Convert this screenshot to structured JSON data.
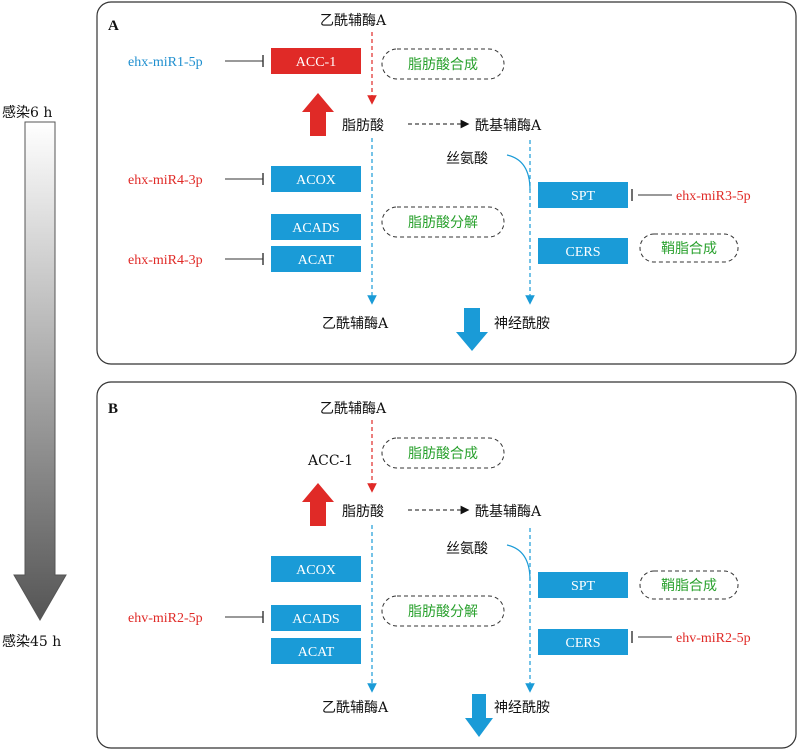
{
  "colors": {
    "blue": "#1a9bd7",
    "red": "#e02a27",
    "green": "#2aa12e",
    "mir_blue": "#1f8fcf",
    "mir_red": "#e02a27",
    "gradient_top": "#ffffff",
    "gradient_bottom": "#555555"
  },
  "timeline": {
    "start_label": "感染6 h",
    "end_label": "感染45 h"
  },
  "panel_a": {
    "label": "A",
    "acetyl_coa_top": "乙酰辅酶A",
    "acc1": "ACC-1",
    "mir_acc1": "ehx-miR1-5p",
    "fa_synthesis": "脂肪酸合成",
    "fatty_acid": "脂肪酸",
    "acyl_coa": "酰基辅酶A",
    "serine": "丝氨酸",
    "acox": "ACOX",
    "mir_acox": "ehx-miR4-3p",
    "spt": "SPT",
    "mir_spt": "ehx-miR3-5p",
    "acads": "ACADS",
    "fa_degradation": "脂肪酸分解",
    "acat": "ACAT",
    "mir_acat": "ehx-miR4-3p",
    "cers": "CERS",
    "sphingo_synthesis": "鞘脂合成",
    "acetyl_coa_bottom": "乙酰辅酶A",
    "ceramide": "神经酰胺"
  },
  "panel_b": {
    "label": "B",
    "acetyl_coa_top": "乙酰辅酶A",
    "acc1": "ACC-1",
    "fa_synthesis": "脂肪酸合成",
    "fatty_acid": "脂肪酸",
    "acyl_coa": "酰基辅酶A",
    "serine": "丝氨酸",
    "acox": "ACOX",
    "spt": "SPT",
    "sphingo_synthesis": "鞘脂合成",
    "acads": "ACADS",
    "mir_acads": "ehv-miR2-5p",
    "fa_degradation": "脂肪酸分解",
    "acat": "ACAT",
    "cers": "CERS",
    "mir_cers": "ehv-miR2-5p",
    "acetyl_coa_bottom": "乙酰辅酶A",
    "ceramide": "神经酰胺"
  }
}
